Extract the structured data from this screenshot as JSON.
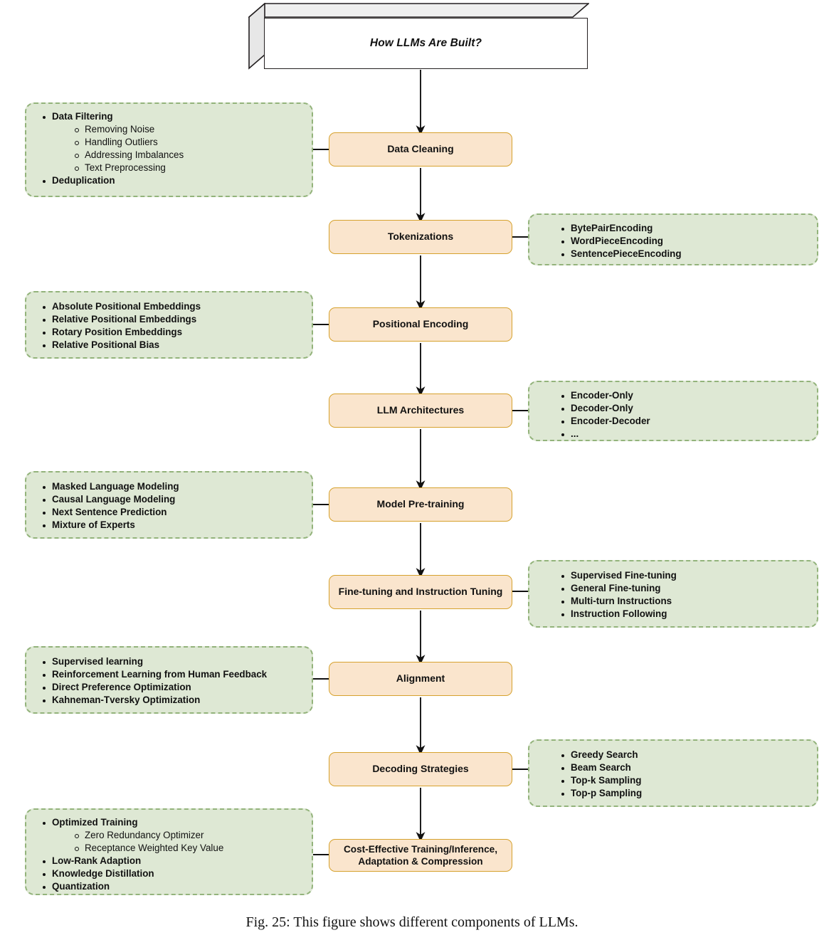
{
  "figure": {
    "title": "How LLMs Are Built?",
    "caption": "Fig. 25: This figure shows different components of LLMs."
  },
  "colors": {
    "node_fill": "#fae5cd",
    "node_border": "#d6a22e",
    "callout_fill": "#dee8d4",
    "callout_border": "#93b37b",
    "connector": "#111111",
    "title_face": "#ffffff",
    "title_shade": "#efefef"
  },
  "stages": [
    {
      "id": "data-cleaning",
      "label": "Data Cleaning"
    },
    {
      "id": "tokenizations",
      "label": "Tokenizations"
    },
    {
      "id": "positional-encoding",
      "label": "Positional Encoding"
    },
    {
      "id": "llm-architectures",
      "label": "LLM Architectures"
    },
    {
      "id": "model-pre-training",
      "label": "Model Pre-training"
    },
    {
      "id": "fine-tuning",
      "label": "Fine-tuning and Instruction Tuning"
    },
    {
      "id": "alignment",
      "label": "Alignment"
    },
    {
      "id": "decoding-strategies",
      "label": "Decoding Strategies"
    },
    {
      "id": "cost-effective",
      "label": "Cost-Effective Training/Inference, Adaptation & Compression",
      "line1": "Cost-Effective Training/Inference,",
      "line2": "Adaptation & Compression"
    }
  ],
  "callouts": {
    "data_cleaning": {
      "side": "left",
      "items": [
        {
          "text": "Data Filtering",
          "children": [
            "Removing Noise",
            "Handling Outliers",
            "Addressing Imbalances",
            "Text Preprocessing"
          ]
        },
        {
          "text": "Deduplication",
          "children": []
        }
      ]
    },
    "tokenizations": {
      "side": "right",
      "items": [
        {
          "text": "BytePairEncoding",
          "children": []
        },
        {
          "text": "WordPieceEncoding",
          "children": []
        },
        {
          "text": "SentencePieceEncoding",
          "children": []
        }
      ]
    },
    "positional_encoding": {
      "side": "left",
      "items": [
        {
          "text": "Absolute Positional Embeddings",
          "children": []
        },
        {
          "text": "Relative Positional Embeddings",
          "children": []
        },
        {
          "text": "Rotary Position Embeddings",
          "children": []
        },
        {
          "text": "Relative Positional Bias",
          "children": []
        }
      ]
    },
    "llm_architectures": {
      "side": "right",
      "items": [
        {
          "text": "Encoder-Only",
          "children": []
        },
        {
          "text": "Decoder-Only",
          "children": []
        },
        {
          "text": "Encoder-Decoder",
          "children": []
        },
        {
          "text": "...",
          "children": []
        }
      ]
    },
    "model_pre_training": {
      "side": "left",
      "items": [
        {
          "text": "Masked Language Modeling",
          "children": []
        },
        {
          "text": "Causal Language Modeling",
          "children": []
        },
        {
          "text": "Next Sentence Prediction",
          "children": []
        },
        {
          "text": "Mixture of Experts",
          "children": []
        }
      ]
    },
    "fine_tuning": {
      "side": "right",
      "items": [
        {
          "text": "Supervised Fine-tuning",
          "children": []
        },
        {
          "text": "General Fine-tuning",
          "children": []
        },
        {
          "text": "Multi-turn Instructions",
          "children": []
        },
        {
          "text": "Instruction Following",
          "children": []
        }
      ]
    },
    "alignment": {
      "side": "left",
      "items": [
        {
          "text": "Supervised learning",
          "children": []
        },
        {
          "text": "Reinforcement Learning from Human Feedback",
          "children": []
        },
        {
          "text": "Direct Preference Optimization",
          "children": []
        },
        {
          "text": "Kahneman-Tversky Optimization",
          "children": []
        }
      ]
    },
    "decoding_strategies": {
      "side": "right",
      "items": [
        {
          "text": "Greedy Search",
          "children": []
        },
        {
          "text": "Beam Search",
          "children": []
        },
        {
          "text": "Top-k Sampling",
          "children": []
        },
        {
          "text": "Top-p Sampling",
          "children": []
        }
      ]
    },
    "cost_effective": {
      "side": "left",
      "items": [
        {
          "text": "Optimized Training",
          "children": [
            "Zero Redundancy Optimizer",
            "Receptance Weighted Key Value"
          ]
        },
        {
          "text": "Low-Rank Adaption",
          "children": []
        },
        {
          "text": "Knowledge Distillation",
          "children": []
        },
        {
          "text": "Quantization",
          "children": []
        }
      ]
    }
  }
}
